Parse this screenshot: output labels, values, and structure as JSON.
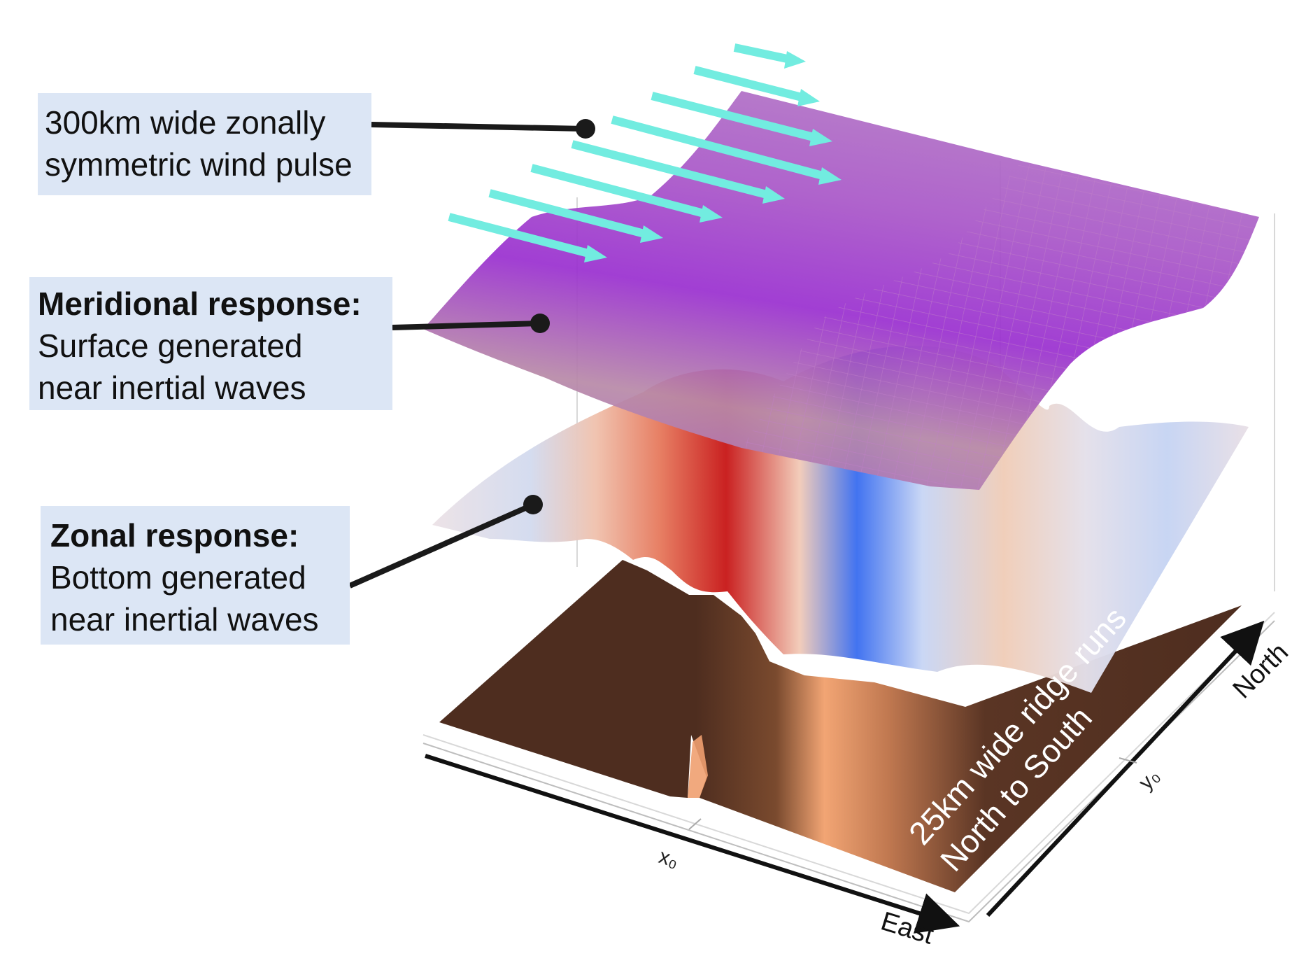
{
  "callouts": {
    "wind": {
      "line1": "300km wide zonally",
      "line2": "symmetric wind pulse"
    },
    "meridional": {
      "title": "Meridional response:",
      "line1": "Surface generated",
      "line2": "near inertial waves"
    },
    "zonal": {
      "title": "Zonal response:",
      "line1": "Bottom generated",
      "line2": "near inertial waves"
    }
  },
  "ridge_label": {
    "line1": "25km wide ridge runs",
    "line2": "North to South"
  },
  "axes": {
    "x_axis_label": "East",
    "y_axis_label": "North",
    "x_tick": "x₀",
    "y_tick": "y₀"
  },
  "colors": {
    "callout_bg": "#dce6f5",
    "wind_arrow": "#72ece0",
    "meridional_surface": "#9b35c9",
    "ridge_brown": "#513222",
    "ridge_highlight": "#f0a070",
    "zonal_red": "#c81a1a",
    "zonal_blue": "#3c6ff0",
    "zonal_neutral": "#e6dfe6"
  },
  "wind_arrow_count": 8
}
